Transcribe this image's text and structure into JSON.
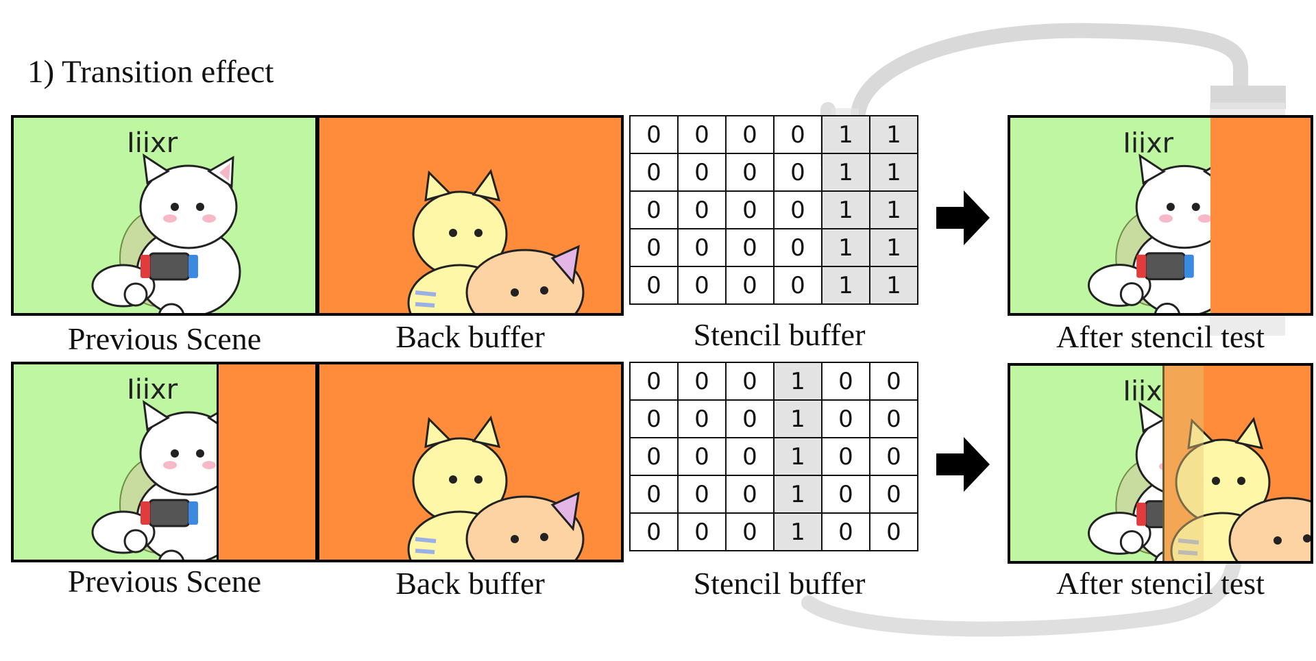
{
  "title": "1) Transition effect",
  "logo_text": "Iiixr",
  "colors": {
    "green": "#bff6a2",
    "orange": "#fe8c3a",
    "shade": "#e3e3e3",
    "loop": "#d9d9d9"
  },
  "rows": [
    {
      "captions": {
        "previous": "Previous Scene",
        "back": "Back buffer",
        "stencil": "Stencil buffer",
        "after": "After stencil test"
      },
      "stencil": [
        [
          "0",
          "0",
          "0",
          "0",
          "1",
          "1"
        ],
        [
          "0",
          "0",
          "0",
          "0",
          "1",
          "1"
        ],
        [
          "0",
          "0",
          "0",
          "0",
          "1",
          "1"
        ],
        [
          "0",
          "0",
          "0",
          "0",
          "1",
          "1"
        ],
        [
          "0",
          "0",
          "0",
          "0",
          "1",
          "1"
        ]
      ]
    },
    {
      "captions": {
        "previous": "Previous Scene",
        "back": "Back buffer",
        "stencil": "Stencil buffer",
        "after": "After stencil test"
      },
      "stencil": [
        [
          "0",
          "0",
          "0",
          "1",
          "0",
          "0"
        ],
        [
          "0",
          "0",
          "0",
          "1",
          "0",
          "0"
        ],
        [
          "0",
          "0",
          "0",
          "1",
          "0",
          "0"
        ],
        [
          "0",
          "0",
          "0",
          "1",
          "0",
          "0"
        ],
        [
          "0",
          "0",
          "0",
          "1",
          "0",
          "0"
        ]
      ]
    }
  ]
}
